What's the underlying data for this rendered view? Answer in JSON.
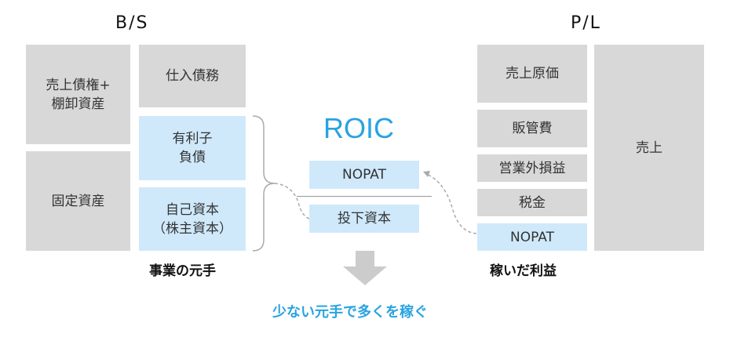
{
  "bs": {
    "heading": "B/S",
    "receivables_inventory": "売上債権+\n棚卸資産",
    "fixed_assets": "固定資産",
    "payables": "仕入債務",
    "interest_bearing_debt": "有利子\n負債",
    "equity": "自己資本\n（株主資本）",
    "caption": "事業の元手"
  },
  "pl": {
    "heading": "P/L",
    "cogs": "売上原価",
    "sga": "販管費",
    "non_operating": "営業外損益",
    "tax": "税金",
    "nopat": "NOPAT",
    "sales": "売上",
    "caption": "稼いだ利益"
  },
  "roic": {
    "title": "ROIC",
    "numerator": "NOPAT",
    "denominator": "投下資本"
  },
  "tagline": "少ない元手で多くを稼ぐ",
  "colors": {
    "gray_box": "#d8d8d8",
    "blue_box": "#cfe9fb",
    "accent": "#29a3e0",
    "connector": "#aaaaaa",
    "down_arrow": "#cccccc"
  }
}
